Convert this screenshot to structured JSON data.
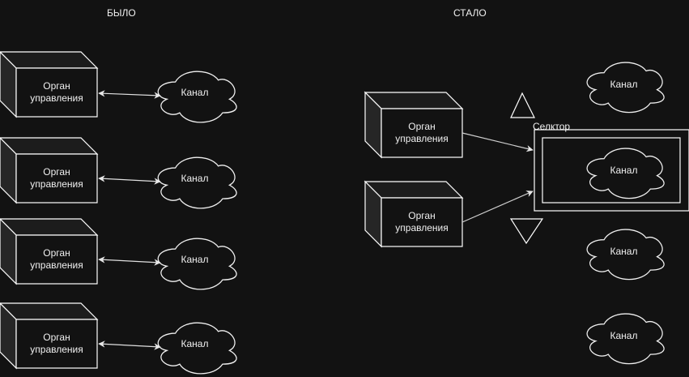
{
  "diagram": {
    "titles": {
      "before": "БЫЛО",
      "after": "СТАЛО"
    },
    "before": {
      "controllers": [
        {
          "label": "Орган управления"
        },
        {
          "label": "Орган управления"
        },
        {
          "label": "Орган управления"
        },
        {
          "label": "Орган управления"
        }
      ],
      "channels": [
        {
          "label": "Канал"
        },
        {
          "label": "Канал"
        },
        {
          "label": "Канал"
        },
        {
          "label": "Канал"
        }
      ],
      "links": "bidirectional"
    },
    "after": {
      "controllers": [
        {
          "label": "Орган управления"
        },
        {
          "label": "Орган управления"
        }
      ],
      "selector": {
        "label": "Селктор"
      },
      "channels": [
        {
          "label": "Канал"
        },
        {
          "label": "Канал"
        },
        {
          "label": "Канал"
        },
        {
          "label": "Канал"
        }
      ],
      "selected_channel_index": 1,
      "scroll_up_label": "up-triangle",
      "scroll_down_label": "down-triangle"
    }
  }
}
